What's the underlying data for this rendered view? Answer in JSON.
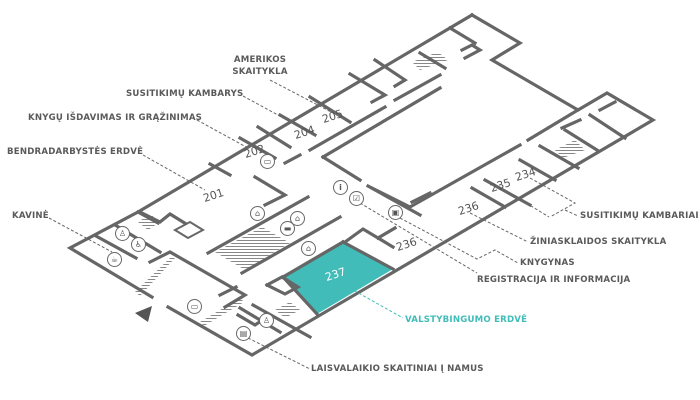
{
  "map": {
    "highlight_color": "#41bcb8",
    "labels": {
      "amerikos_1": "AMERIKOS",
      "amerikos_2": "SKAITYKLA",
      "susitikimu_kambarys": "SUSITIKIMŲ KAMBARYS",
      "knygu": "KNYGŲ IŠDAVIMAS IR GRĄŽINIMAS",
      "bendradarbystes": "BENDRADARBYSTĖS ERDVĖ",
      "kavine": "KAVINĖ",
      "susitikimu_kambariai": "SUSITIKIMŲ KAMBARIAI",
      "ziniasklaidos": "ŽINIASKLAIDOS SKAITYKLA",
      "knygynas": "KNYGYNAS",
      "registracija": "REGISTRACIJA IR INFORMACIJA",
      "valstybingumo": "VALSTYBINGUMO ERDVĖ",
      "laisvalaikio": "LAISVALAIKIO SKAITINIAI Į NAMUS"
    },
    "rooms": {
      "r205": "205",
      "r204": "204",
      "r202": "202",
      "r201": "201",
      "r235": "235",
      "r234": "234",
      "r236a": "236",
      "r236b": "236",
      "r237": "237"
    },
    "icons": {
      "info": "i",
      "check": "☑",
      "bag": "▣",
      "laptop": "▭",
      "hanger": "⌂",
      "toilet": "♙",
      "wheelchair": "♿",
      "cup": "☕",
      "book": "▤",
      "bed": "▬"
    }
  }
}
